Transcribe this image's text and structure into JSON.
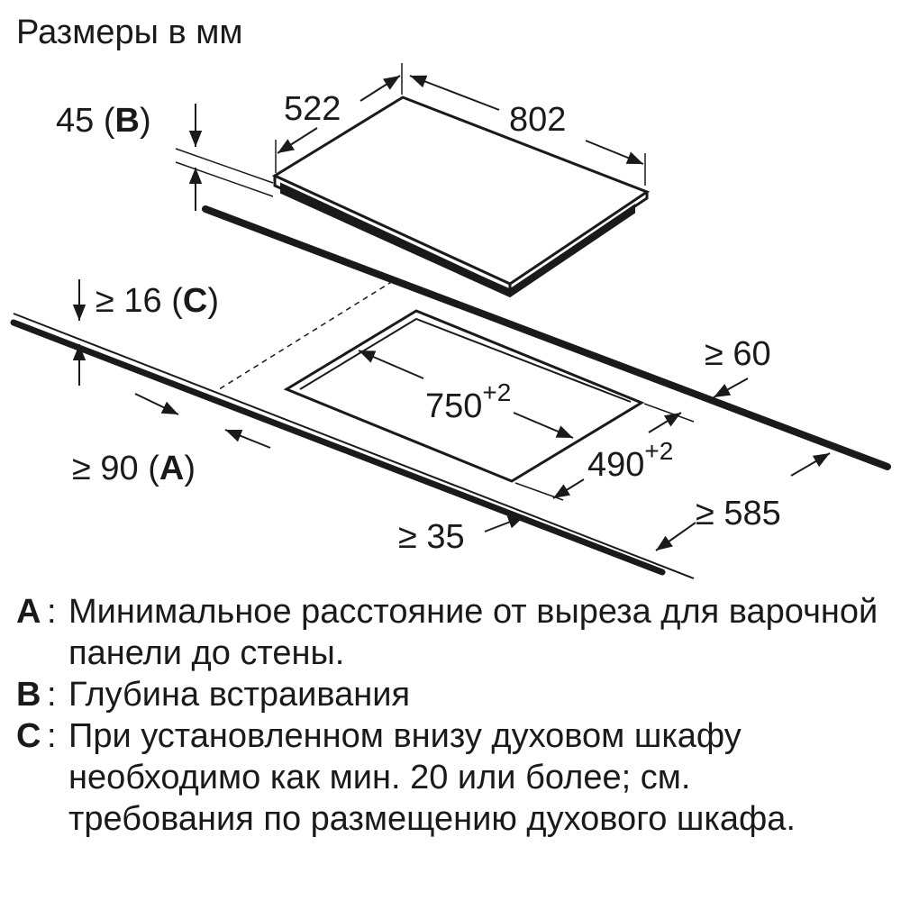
{
  "title": "Размеры в мм",
  "dimensions": {
    "depth_hob": "522",
    "width_hob": "802",
    "built_in_depth_value": "45 (",
    "built_in_depth_key": "B",
    "built_in_depth_close": ")",
    "min_below_value": "≥ 16 (",
    "min_below_key": "C",
    "min_below_close": ")",
    "cutout_width": "750",
    "cutout_width_tol": "+2",
    "cutout_depth": "490",
    "cutout_depth_tol": "+2",
    "min_back": "≥ 60",
    "min_wall_value": "≥ 90 (",
    "min_wall_key": "A",
    "min_wall_close": ")",
    "min_front": "≥ 35",
    "min_worktop_depth": "≥ 585"
  },
  "notes": [
    {
      "key": "A",
      "text": "Минимальное расстояние от выреза для варочной панели до стены."
    },
    {
      "key": "B",
      "text": "Глубина встраивания"
    },
    {
      "key": "C",
      "text": "При установленном внизу духовом шкафу необходимо как мин. 20 или более; см. требования по размещению духового шкафа."
    }
  ]
}
